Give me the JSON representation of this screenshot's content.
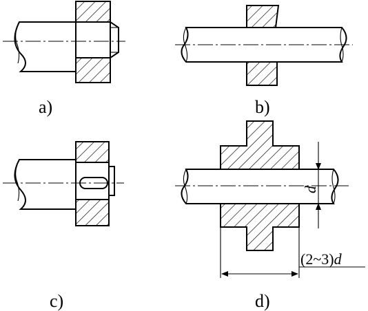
{
  "labels": {
    "a": "a)",
    "b": "b)",
    "c": "c)",
    "d": "d)"
  },
  "dimensions": {
    "shaft_diameter": "d",
    "length_prefix": "(2~3)",
    "length_var": "d"
  },
  "colors": {
    "line": "#000000",
    "background": "#ffffff"
  }
}
